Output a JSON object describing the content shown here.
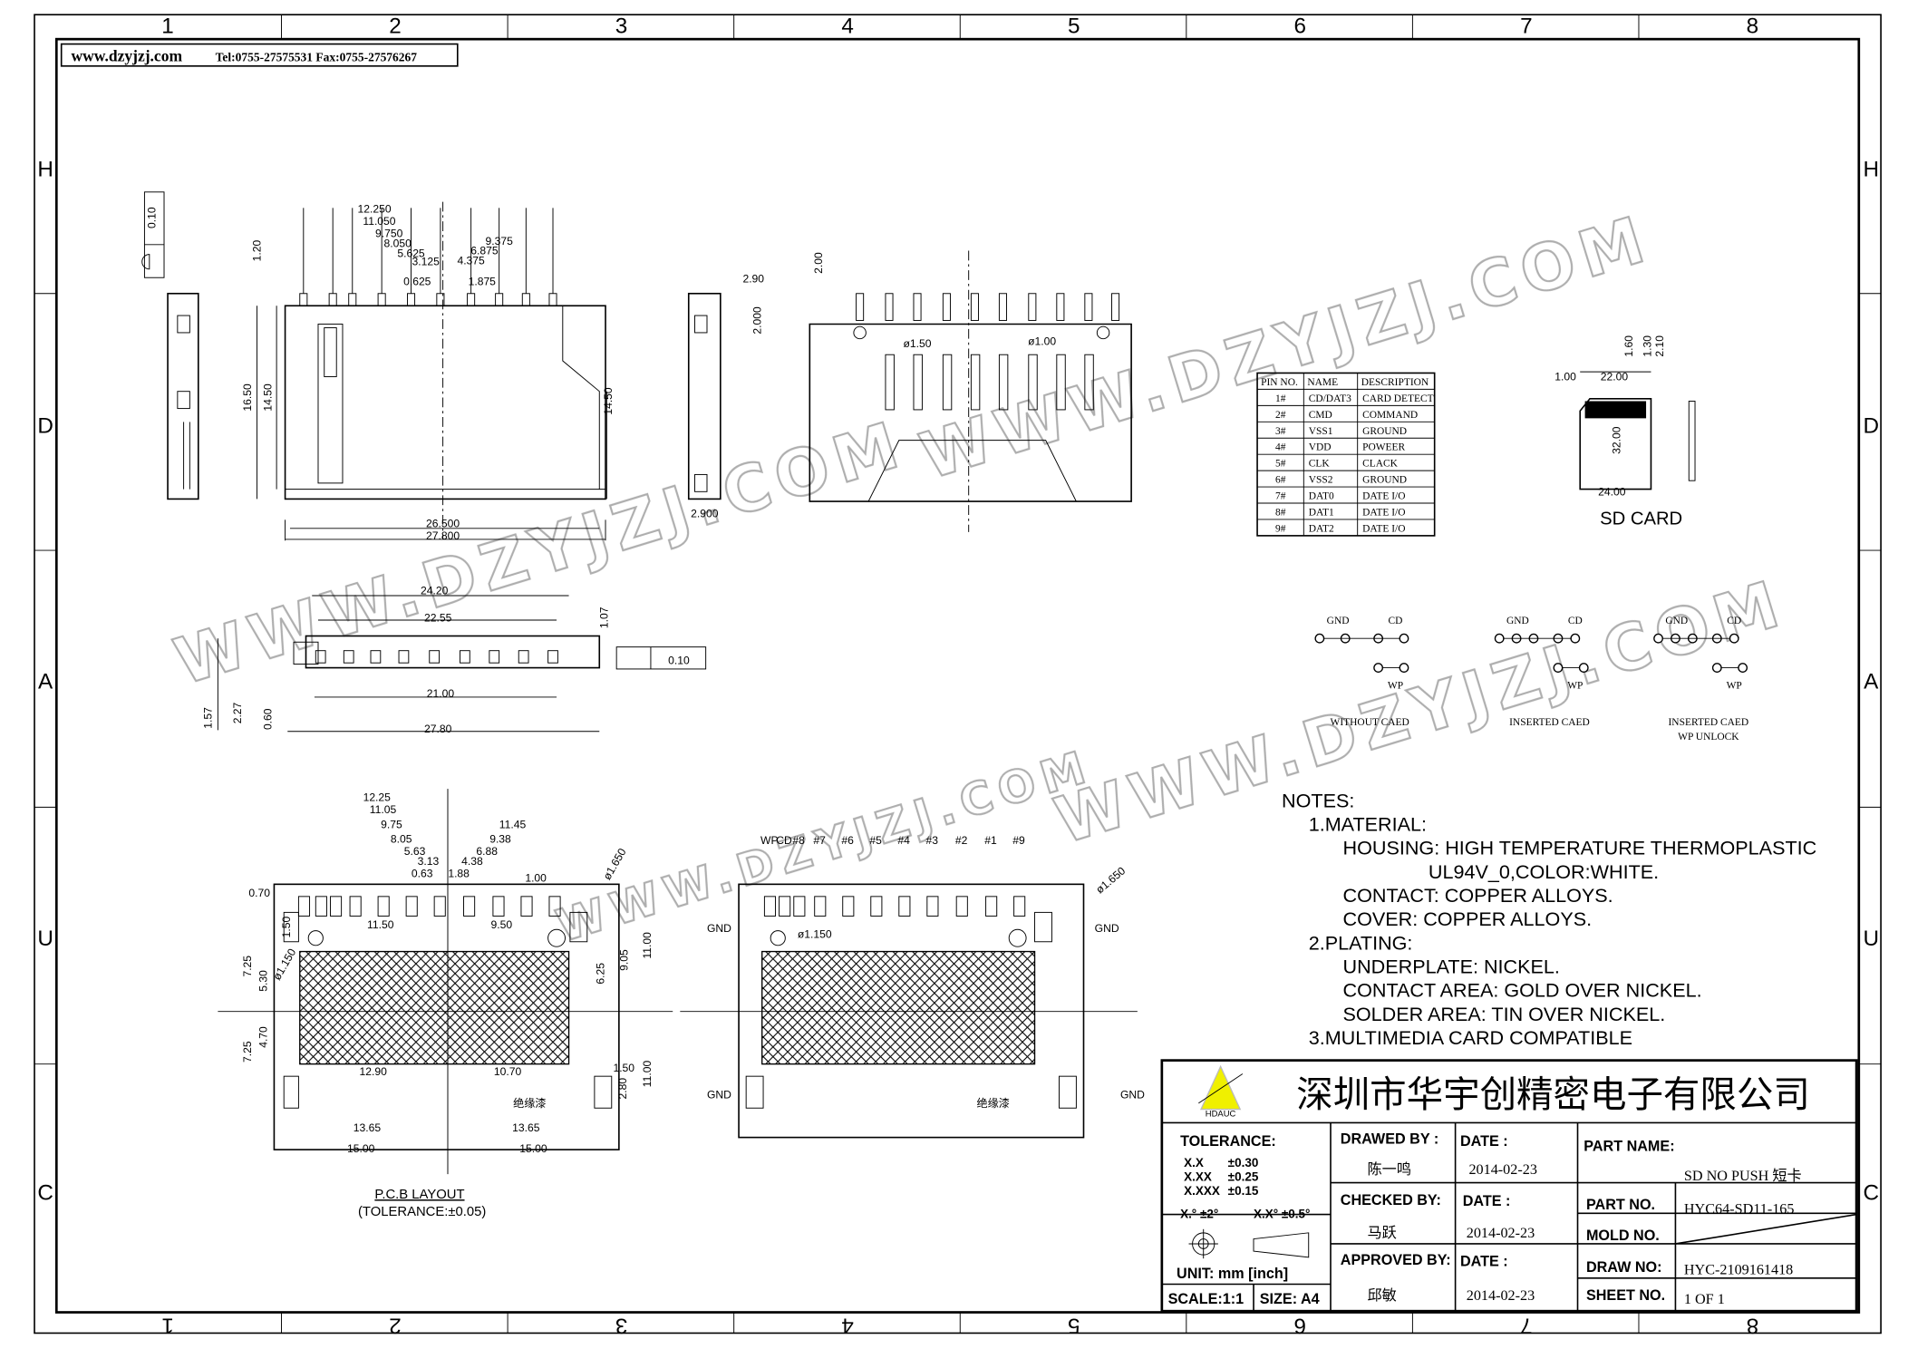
{
  "header": {
    "website": "www.dzyjzj.com",
    "contact": "Tel:0755-27575531  Fax:0755-27576267"
  },
  "zones": {
    "top": [
      "1",
      "2",
      "3",
      "4",
      "5",
      "6",
      "7",
      "8"
    ],
    "bottom": [
      "8",
      "7",
      "6",
      "5",
      "4",
      "3",
      "2",
      "1"
    ],
    "side": [
      "H",
      "D",
      "A",
      "U",
      "C"
    ]
  },
  "watermark": "WWW.DZYJZJ.COM",
  "dims": [
    "12.250",
    "11.050",
    "9.750",
    "8.050",
    "5.625",
    "3.125",
    "0.625",
    "9.375",
    "6.875",
    "4.375",
    "1.875",
    "1.20",
    "16.50",
    "14.50",
    "26.500",
    "27.800",
    "0.10",
    "2.90",
    "2.000",
    "14.50",
    "2.900",
    "2.00",
    "ø1.50",
    "ø1.00",
    "24.20",
    "22.55",
    "1.07",
    "0.10",
    "21.00",
    "27.80",
    "1.57",
    "2.27",
    "0.60",
    "12.25",
    "11.05",
    "9.75",
    "8.05",
    "5.63",
    "3.13",
    "0.63",
    "11.45",
    "9.38",
    "6.88",
    "4.38",
    "1.88",
    "1.00",
    "ø1.650",
    "0.70",
    "1.50",
    "11.50",
    "9.50",
    "ø1.150",
    "7.25",
    "5.30",
    "6.25",
    "9.05",
    "11.00",
    "7.25",
    "4.70",
    "12.90",
    "10.70",
    "1.50",
    "2.80",
    "11.00",
    "13.65",
    "13.65",
    "15.00",
    "15.00",
    "绝缘漆",
    "WP",
    "CD",
    "#8",
    "#7",
    "#6",
    "#5",
    "#4",
    "#3",
    "#2",
    "#1",
    "#9",
    "GND",
    "GND",
    "GND",
    "GND",
    "ø1.150",
    "ø1.650",
    "绝缘漆",
    "1.00",
    "22.00",
    "1.60",
    "1.30",
    "2.10",
    "32.00",
    "24.00"
  ],
  "pcb": {
    "title": "P.C.B  LAYOUT",
    "tolerance": "(TOLERANCE:±0.05)"
  },
  "sd_card": {
    "label": "SD  CARD"
  },
  "pin_table": {
    "headers": [
      "PIN NO.",
      "NAME",
      "DESCRIPTION"
    ],
    "rows": [
      [
        "1#",
        "CD/DAT3",
        "CARD DETECT"
      ],
      [
        "2#",
        "CMD",
        "COMMAND"
      ],
      [
        "3#",
        "VSS1",
        "GROUND"
      ],
      [
        "4#",
        "VDD",
        "POWEER"
      ],
      [
        "5#",
        "CLK",
        "CLACK"
      ],
      [
        "6#",
        "VSS2",
        "GROUND"
      ],
      [
        "7#",
        "DAT0",
        "DATE I/O"
      ],
      [
        "8#",
        "DAT1",
        "DATE I/O"
      ],
      [
        "9#",
        "DAT2",
        "DATE I/O"
      ]
    ]
  },
  "switches": [
    {
      "caption": "WITHOUT CAED",
      "caption2": "",
      "gnd": "GND",
      "cd": "CD",
      "wp": "WP"
    },
    {
      "caption": "INSERTED CAED",
      "caption2": "",
      "gnd": "GND",
      "cd": "CD",
      "wp": "WP"
    },
    {
      "caption": "INSERTED CAED",
      "caption2": "WP  UNLOCK",
      "gnd": "GND",
      "cd": "CD",
      "wp": "WP"
    }
  ],
  "notes": [
    "NOTES:",
    "1.MATERIAL:",
    "HOUSING:  HIGH  TEMPERATURE  THERMOPLASTIC",
    "UL94V_0,COLOR:WHITE.",
    "CONTACT:  COPPER  ALLOYS.",
    "COVER:  COPPER  ALLOYS.",
    "2.PLATING:",
    "UNDERPLATE:  NICKEL.",
    "CONTACT  AREA:  GOLD  OVER  NICKEL.",
    "SOLDER  AREA:  TIN  OVER  NICKEL.",
    "3.MULTIMEDIA  CARD  COMPATIBLE"
  ],
  "title_block": {
    "logo_text": "HDAUC",
    "company": "深圳市华宇创精密电子有限公司",
    "tolerance_label": "TOLERANCE:",
    "tol": [
      "X.X",
      "±0.30",
      "X.XX",
      "±0.25",
      "X.XXX",
      "±0.15"
    ],
    "angle1": "X.°  ±2°",
    "angle2": "X.X°  ±0.5°",
    "unit": "UNIT:  mm  [inch]",
    "scale": "SCALE:1:1",
    "size": "SIZE:  A4",
    "drawed_label": "DRAWED  BY  :",
    "drawed": "陈一鸣",
    "checked_label": "CHECKED  BY:",
    "checked": "马跃",
    "approved_label": "APPROVED  BY:",
    "approved": "邱敏",
    "date_label": "DATE  :",
    "date1": "2014-02-23",
    "date2": "2014-02-23",
    "date3": "2014-02-23",
    "part_name_label": "PART  NAME:",
    "part_name": "SD  NO  PUSH  短卡",
    "part_no_label": "PART  NO.",
    "part_no": "HYC64-SD11-165",
    "mold_no_label": "MOLD  NO.",
    "draw_no_label": "DRAW  NO:",
    "draw_no": "HYC-2109161418",
    "sheet_no_label": "SHEET  NO.",
    "sheet_no": "1  OF  1"
  }
}
